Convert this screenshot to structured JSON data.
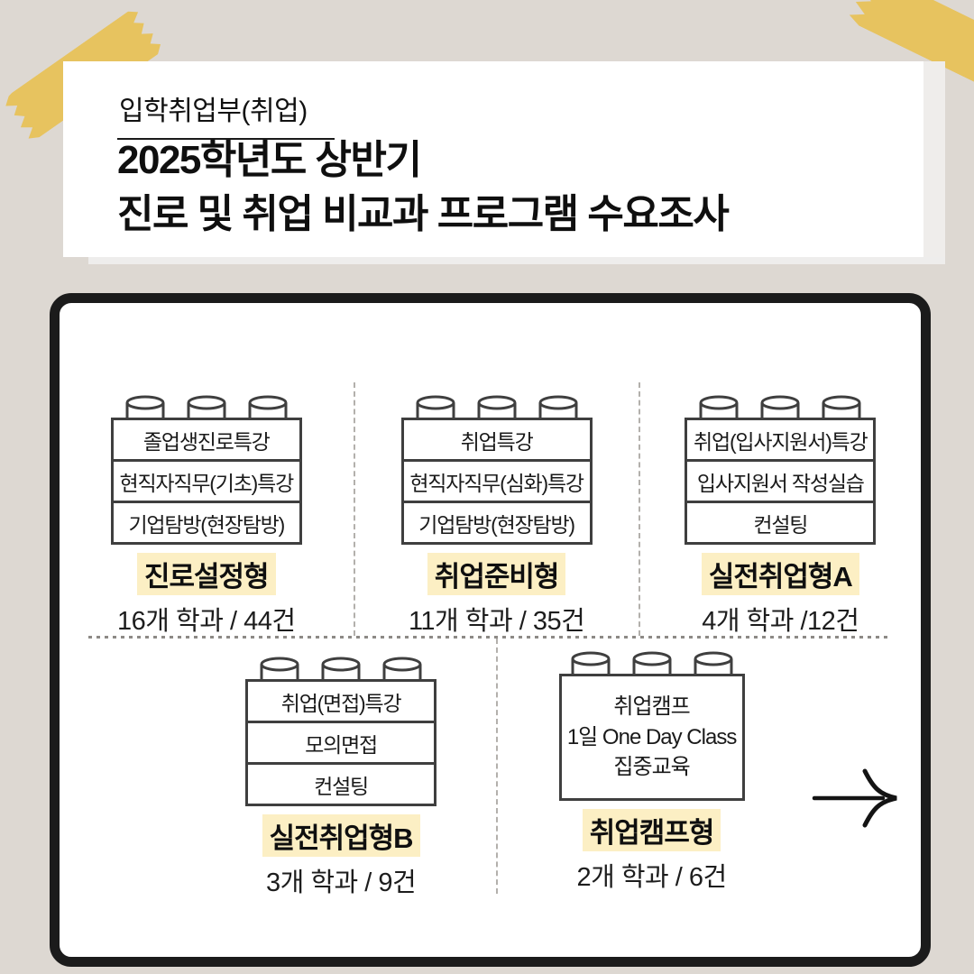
{
  "colors": {
    "background": "#ddd8d2",
    "card": "#ffffff",
    "tape": "#e7c35f",
    "frame_border": "#1b1b1b",
    "brick_border": "#3f3f3f",
    "label_highlight": "#fcefc4",
    "text": "#161616"
  },
  "header": {
    "department": "입학취업부(취업)",
    "title_lines": [
      "2025학년도 상반기",
      "진로 및 취업 비교과 프로그램 수요조사"
    ]
  },
  "board": {
    "programs": [
      {
        "blocks": [
          "졸업생진로특강",
          "현직자직무(기초)특강",
          "기업탐방(현장탐방)"
        ],
        "name": "진로설정형",
        "stats": "16개 학과 / 44건"
      },
      {
        "blocks": [
          "취업특강",
          "현직자직무(심화)특강",
          "기업탐방(현장탐방)"
        ],
        "name": "취업준비형",
        "stats": "11개 학과 / 35건"
      },
      {
        "blocks": [
          "취업(입사지원서)특강",
          "입사지원서 작성실습",
          "컨설팅"
        ],
        "name": "실전취업형A",
        "stats": "4개 학과 /12건"
      },
      {
        "blocks": [
          "취업(면접)특강",
          "모의면접",
          "컨설팅"
        ],
        "name": "실전취업형B",
        "stats": "3개 학과 / 9건"
      },
      {
        "camp_lines": [
          "취업캠프",
          "1일 One Day Class",
          "집중교육"
        ],
        "name": "취업캠프형",
        "stats": "2개 학과 / 6건"
      }
    ]
  },
  "icons": {
    "stud": "lego-stud",
    "arrow": "hand-drawn-right-arrow"
  }
}
